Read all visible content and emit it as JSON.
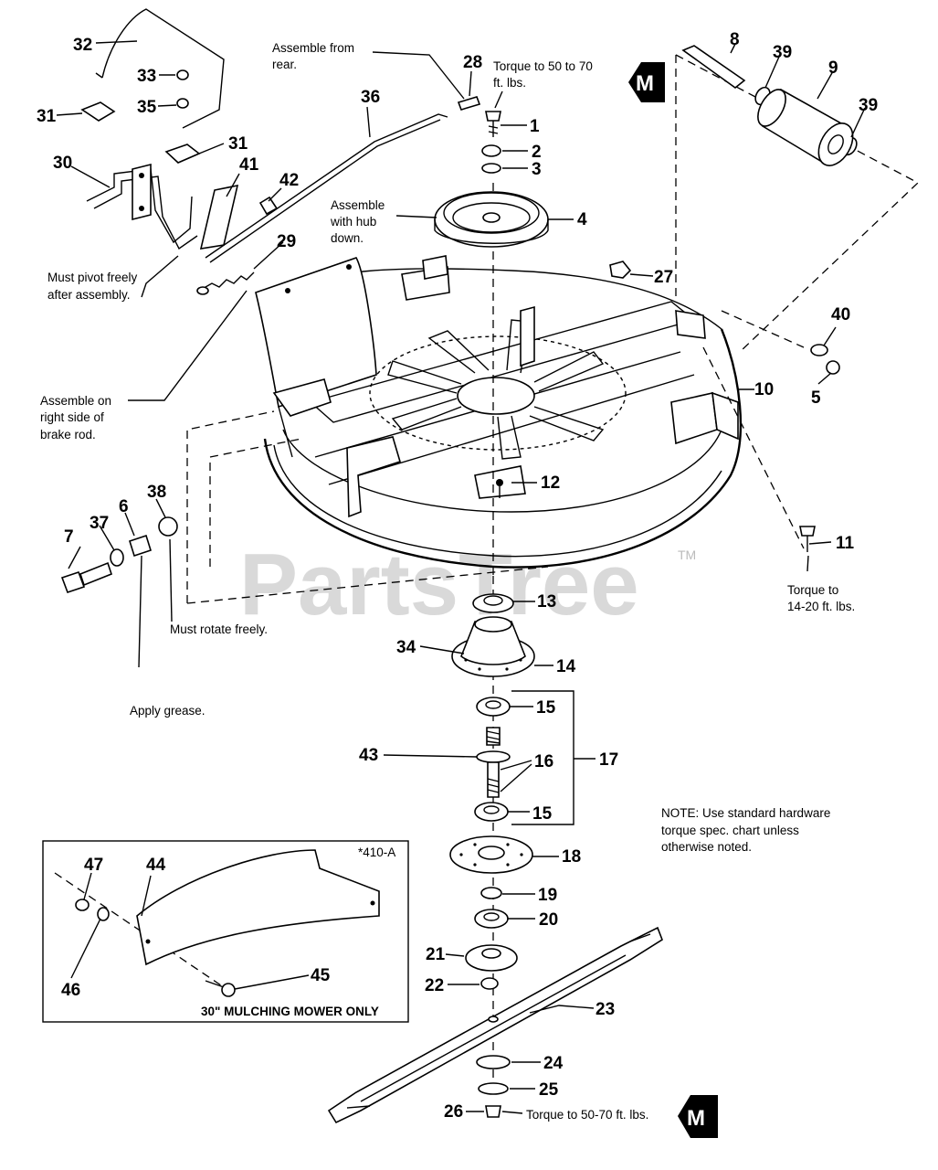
{
  "watermark": {
    "text": "PartsTree",
    "tm": "TM"
  },
  "callouts": {
    "c1": "1",
    "c2": "2",
    "c3": "3",
    "c4": "4",
    "c5": "5",
    "c6": "6",
    "c7": "7",
    "c8": "8",
    "c9": "9",
    "c10": "10",
    "c11": "11",
    "c12": "12",
    "c13": "13",
    "c14": "14",
    "c15a": "15",
    "c15b": "15",
    "c16": "16",
    "c17": "17",
    "c18": "18",
    "c19": "19",
    "c20": "20",
    "c21": "21",
    "c22": "22",
    "c23": "23",
    "c24": "24",
    "c25": "25",
    "c26": "26",
    "c27": "27",
    "c28": "28",
    "c29": "29",
    "c30": "30",
    "c31a": "31",
    "c31b": "31",
    "c32": "32",
    "c33": "33",
    "c34": "34",
    "c35": "35",
    "c36": "36",
    "c37": "37",
    "c38": "38",
    "c39a": "39",
    "c39b": "39",
    "c40": "40",
    "c41": "41",
    "c42": "42",
    "c43": "43",
    "c44": "44",
    "c45": "45",
    "c46": "46",
    "c47": "47"
  },
  "notes": {
    "assemble_rear_1": "Assemble from",
    "assemble_rear_2": "rear.",
    "torque_top_1": "Torque to 50 to 70",
    "torque_top_2": "ft. lbs.",
    "hub_1": "Assemble",
    "hub_2": "with hub",
    "hub_3": "down.",
    "pivot_1": "Must pivot freely",
    "pivot_2": "after assembly.",
    "brake_1": "Assemble on",
    "brake_2": "right side of",
    "brake_3": "brake rod.",
    "torque_11_1": "Torque to",
    "torque_11_2": "14-20 ft. lbs.",
    "rotate": "Must rotate freely.",
    "grease": "Apply grease.",
    "note_1": "NOTE: Use standard hardware",
    "note_2": "torque spec. chart unless",
    "note_3": "otherwise noted.",
    "torque_bottom": "Torque to 50-70 ft. lbs.",
    "inset_code": "*410-A",
    "inset_caption": "30\" MULCHING MOWER ONLY"
  },
  "markers": {
    "top": "M",
    "bottom": "M"
  }
}
